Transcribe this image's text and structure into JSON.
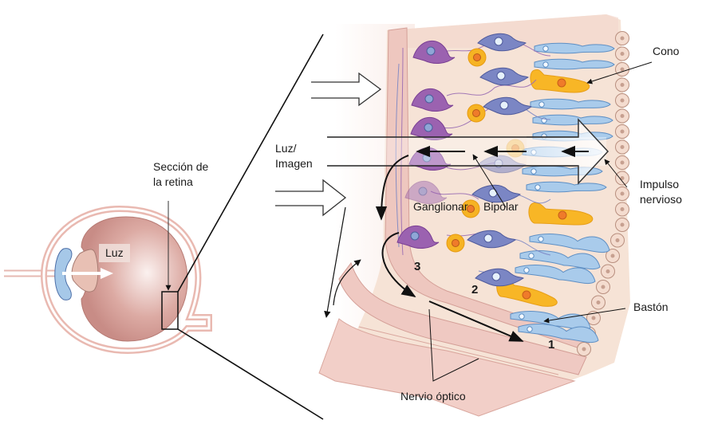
{
  "diagram": {
    "subject": "Sección de la retina del ojo",
    "labels": {
      "retina_section": [
        "Sección de",
        "la retina"
      ],
      "light_in_eye": "Luz",
      "light_image": [
        "Luz/",
        "Imagen"
      ],
      "cone": "Cono",
      "nerve_impulse": [
        "Impulso",
        "nervioso"
      ],
      "ganglion": "Ganglionar",
      "bipolar": "Bipolar",
      "rod": "Bastón",
      "optic_nerve": "Nervio óptico"
    },
    "layer_numbers": [
      "1",
      "2",
      "3"
    ],
    "colors": {
      "ganglion_cell": "#9b62b0",
      "bipolar_cell": "#7b86c4",
      "horizontal_cell": "#f6b323",
      "rod_cell": "#a9cbeb",
      "cone_cell": "#f8b626",
      "tissue": "#f6e3d6",
      "sclera": "#eec8c4",
      "eyeball": "#d9a59e"
    }
  }
}
